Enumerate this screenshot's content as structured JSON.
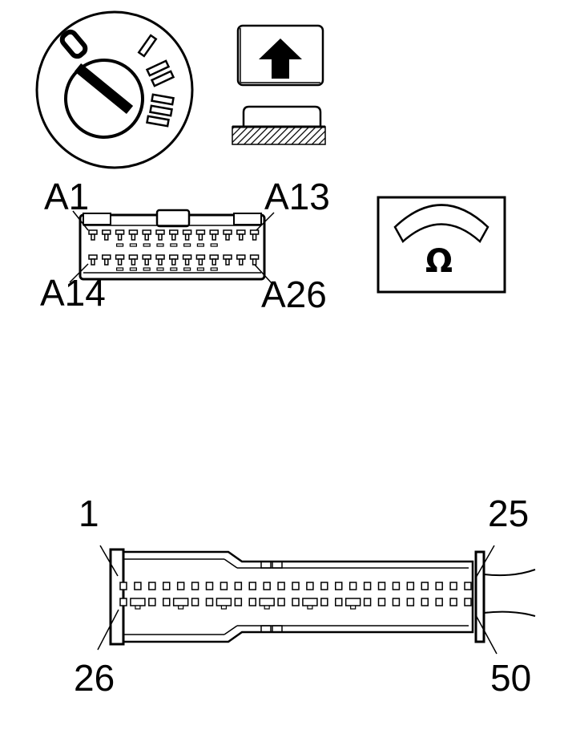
{
  "ignition_switch": {
    "positions": [
      "0",
      "I",
      "II",
      "III"
    ]
  },
  "connector_a": {
    "pin_labels": {
      "top_left": "A1",
      "top_right": "A13",
      "bottom_left": "A14",
      "bottom_right": "A26"
    },
    "pins_per_row": 13
  },
  "ohmmeter": {
    "symbol": "Ω",
    "icon": "ohmmeter-icon"
  },
  "connector_b": {
    "pin_labels": {
      "top_left": "1",
      "top_right": "25",
      "bottom_left": "26",
      "bottom_right": "50"
    },
    "pins_per_row": 25
  },
  "icons": [
    "ignition-key-icon",
    "disconnect-arrow-icon",
    "ohmmeter-icon"
  ]
}
